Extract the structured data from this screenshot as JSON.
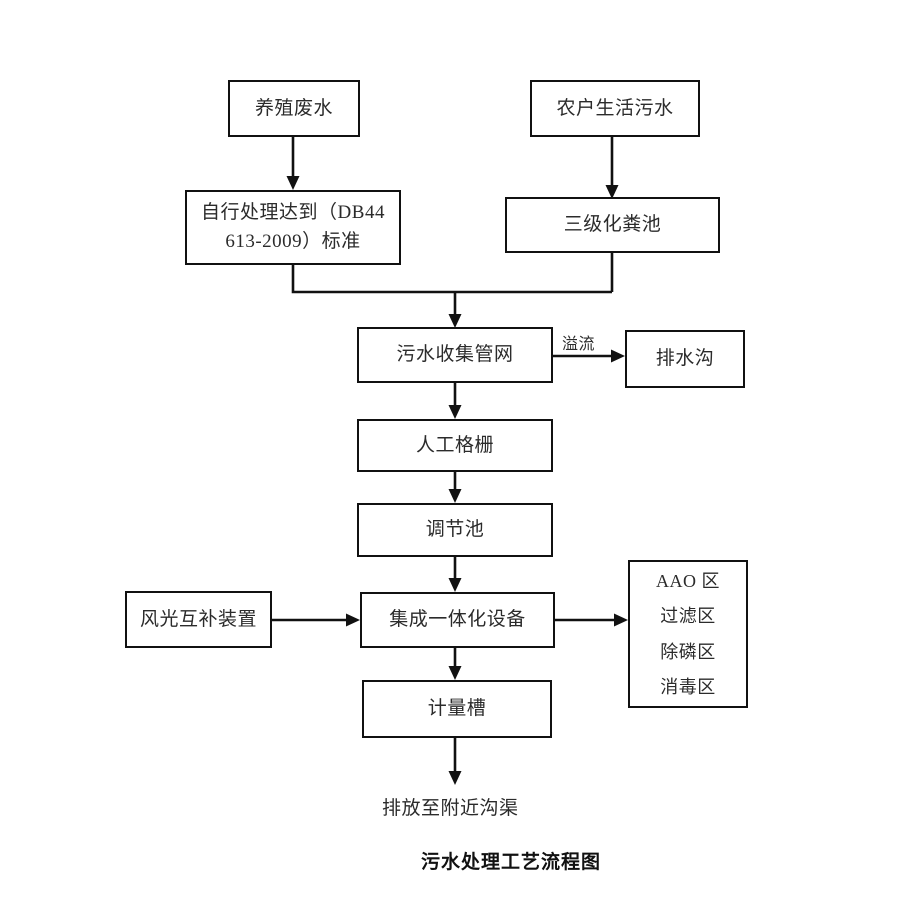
{
  "diagram": {
    "caption": "污水处理工艺流程图",
    "nodes": {
      "breeding_wastewater": "养殖废水",
      "household_sewage": "农户生活污水",
      "self_treatment_line1": "自行处理达到（DB44",
      "self_treatment_line2": "613-2009）标准",
      "septic_tank": "三级化粪池",
      "collection_network": "污水收集管网",
      "drainage_ditch": "排水沟",
      "manual_grille": "人工格栅",
      "regulating_tank": "调节池",
      "wind_solar_device": "风光互补装置",
      "integrated_equipment": "集成一体化设备",
      "metering_tank": "计量槽"
    },
    "zone_box": {
      "items": [
        "AAO 区",
        "过滤区",
        "除磷区",
        "消毒区"
      ]
    },
    "edge_labels": {
      "overflow": "溢流"
    },
    "outputs": {
      "discharge": "排放至附近沟渠"
    },
    "colors": {
      "stroke": "#111111",
      "text": "#2b2b2b",
      "background": "#ffffff"
    }
  }
}
